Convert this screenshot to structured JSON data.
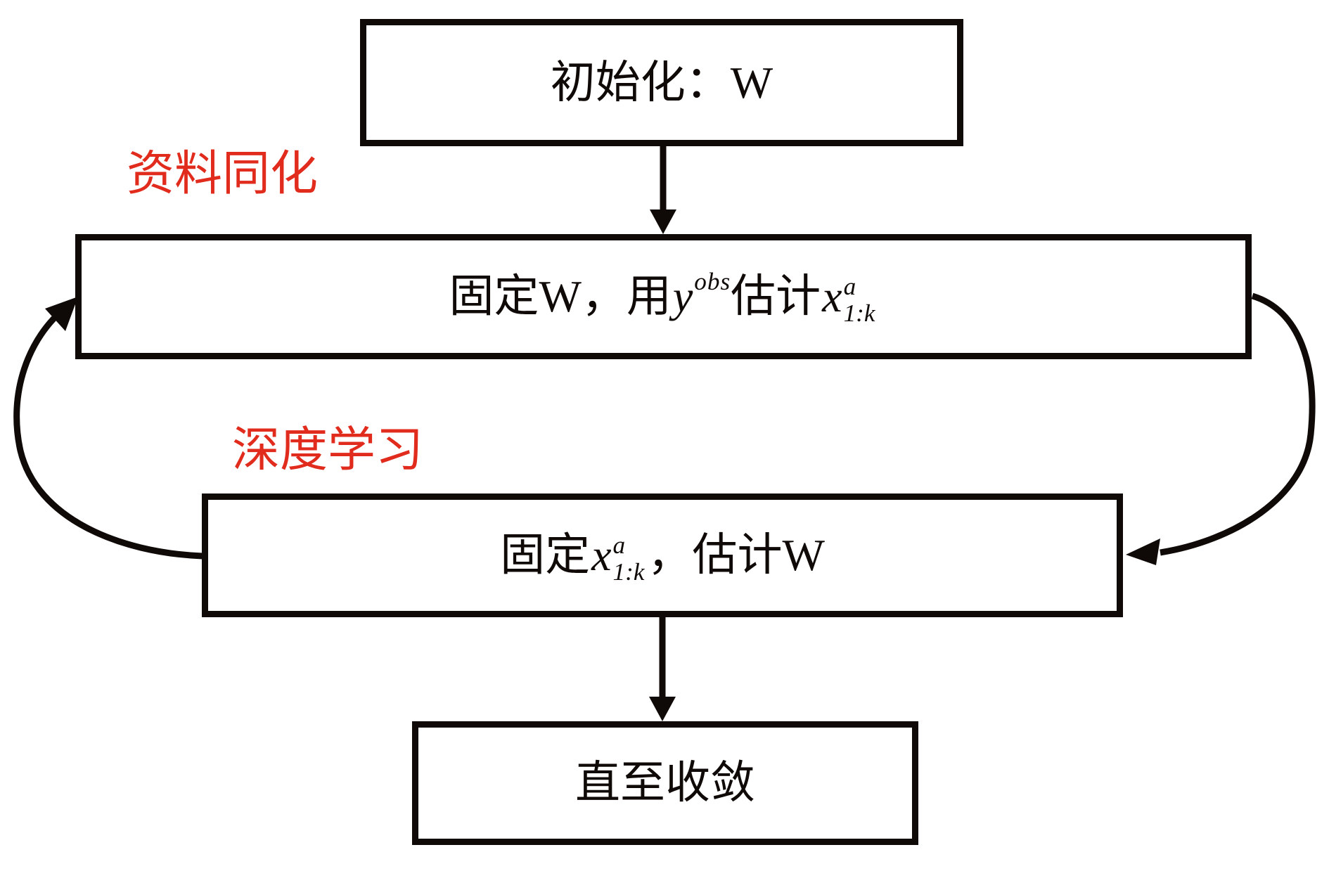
{
  "labels": {
    "assimilation": "资料同化",
    "learning": "深度学习"
  },
  "boxes": {
    "init": {
      "text": "初始化：W"
    },
    "assim": {
      "p1": "固定W，用",
      "y_var": "y",
      "y_sup": "obs",
      "p2": "估计",
      "x_var": "x",
      "x_sup": "a",
      "x_sub": "1:k"
    },
    "learn": {
      "p1": "固定",
      "x_var": "x",
      "x_sup": "a",
      "x_sub": "1:k",
      "p2": "，估计W"
    },
    "converge": {
      "text": "直至收敛"
    }
  },
  "colors": {
    "label_red": "#e12b1d",
    "line_ink": "#0f0a07",
    "background": "#ffffff"
  }
}
